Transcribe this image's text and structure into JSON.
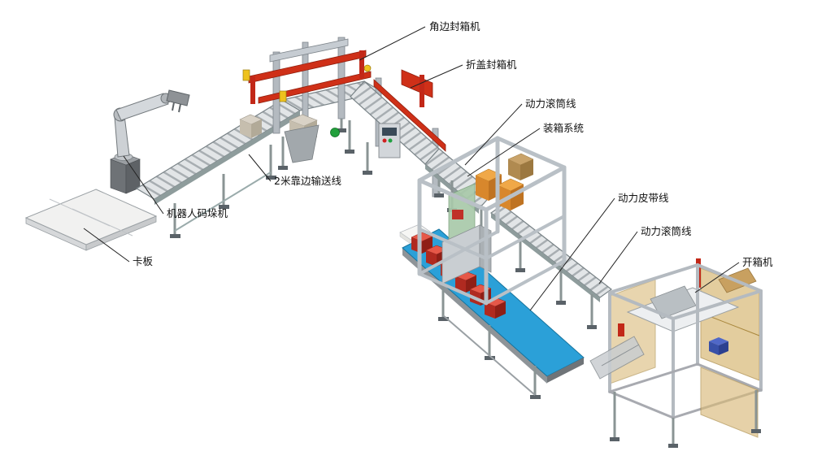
{
  "diagram": {
    "background": "#ffffff",
    "colors": {
      "accent_red": "#cf3018",
      "belt_blue": "#2ba0d8",
      "box_orange": "#e0922e",
      "guard_amber": "#d9ba7a",
      "frame_silver": "#b9c0c6",
      "leader_black": "#222222"
    },
    "labels": [
      {
        "id": "corner-sealer",
        "text": "角边封箱机"
      },
      {
        "id": "flap-sealer",
        "text": "折盖封箱机"
      },
      {
        "id": "roller-line-top",
        "text": "动力滚筒线"
      },
      {
        "id": "packing-system",
        "text": "装箱系统"
      },
      {
        "id": "belt-line",
        "text": "动力皮带线"
      },
      {
        "id": "roller-line-right",
        "text": "动力滚筒线"
      },
      {
        "id": "case-erector",
        "text": "开箱机"
      },
      {
        "id": "edge-conveyor",
        "text": "2米靠边输送线"
      },
      {
        "id": "robot-palletizer",
        "text": "机器人码垛机"
      },
      {
        "id": "pallet",
        "text": "卡板"
      }
    ]
  }
}
